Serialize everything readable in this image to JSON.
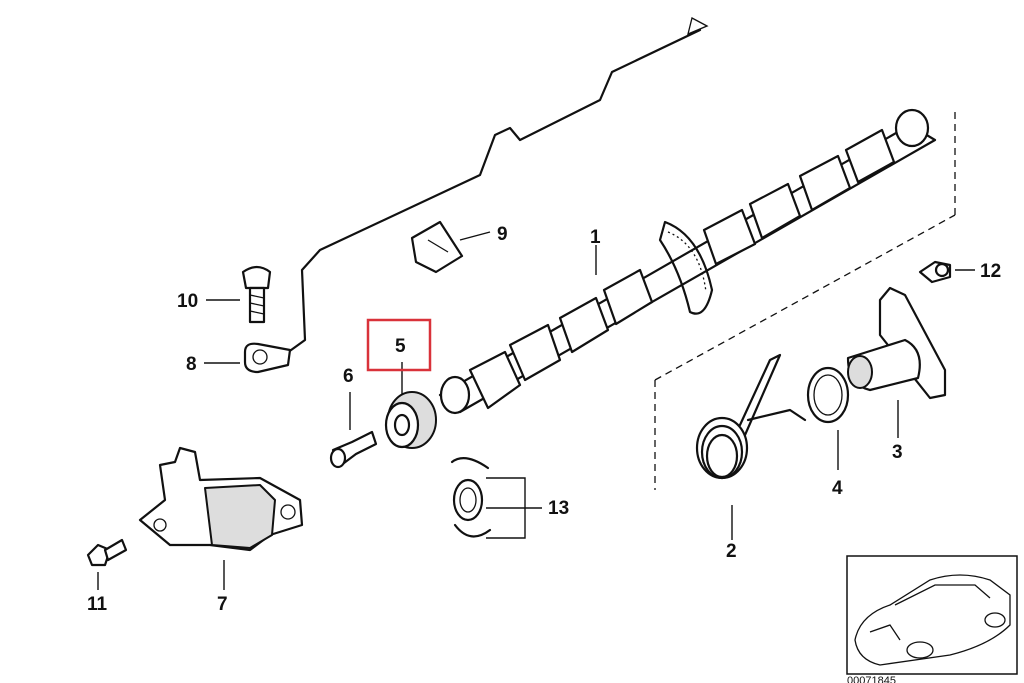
{
  "labels": {
    "p1": "1",
    "p2": "2",
    "p3": "3",
    "p4": "4",
    "p5": "5",
    "p6": "6",
    "p7": "7",
    "p8": "8",
    "p9": "9",
    "p10": "10",
    "p11": "11",
    "p12": "12",
    "p13": "13"
  },
  "highlight": {
    "part": "5",
    "color": "#d9323a"
  },
  "reference_code": "00071845"
}
